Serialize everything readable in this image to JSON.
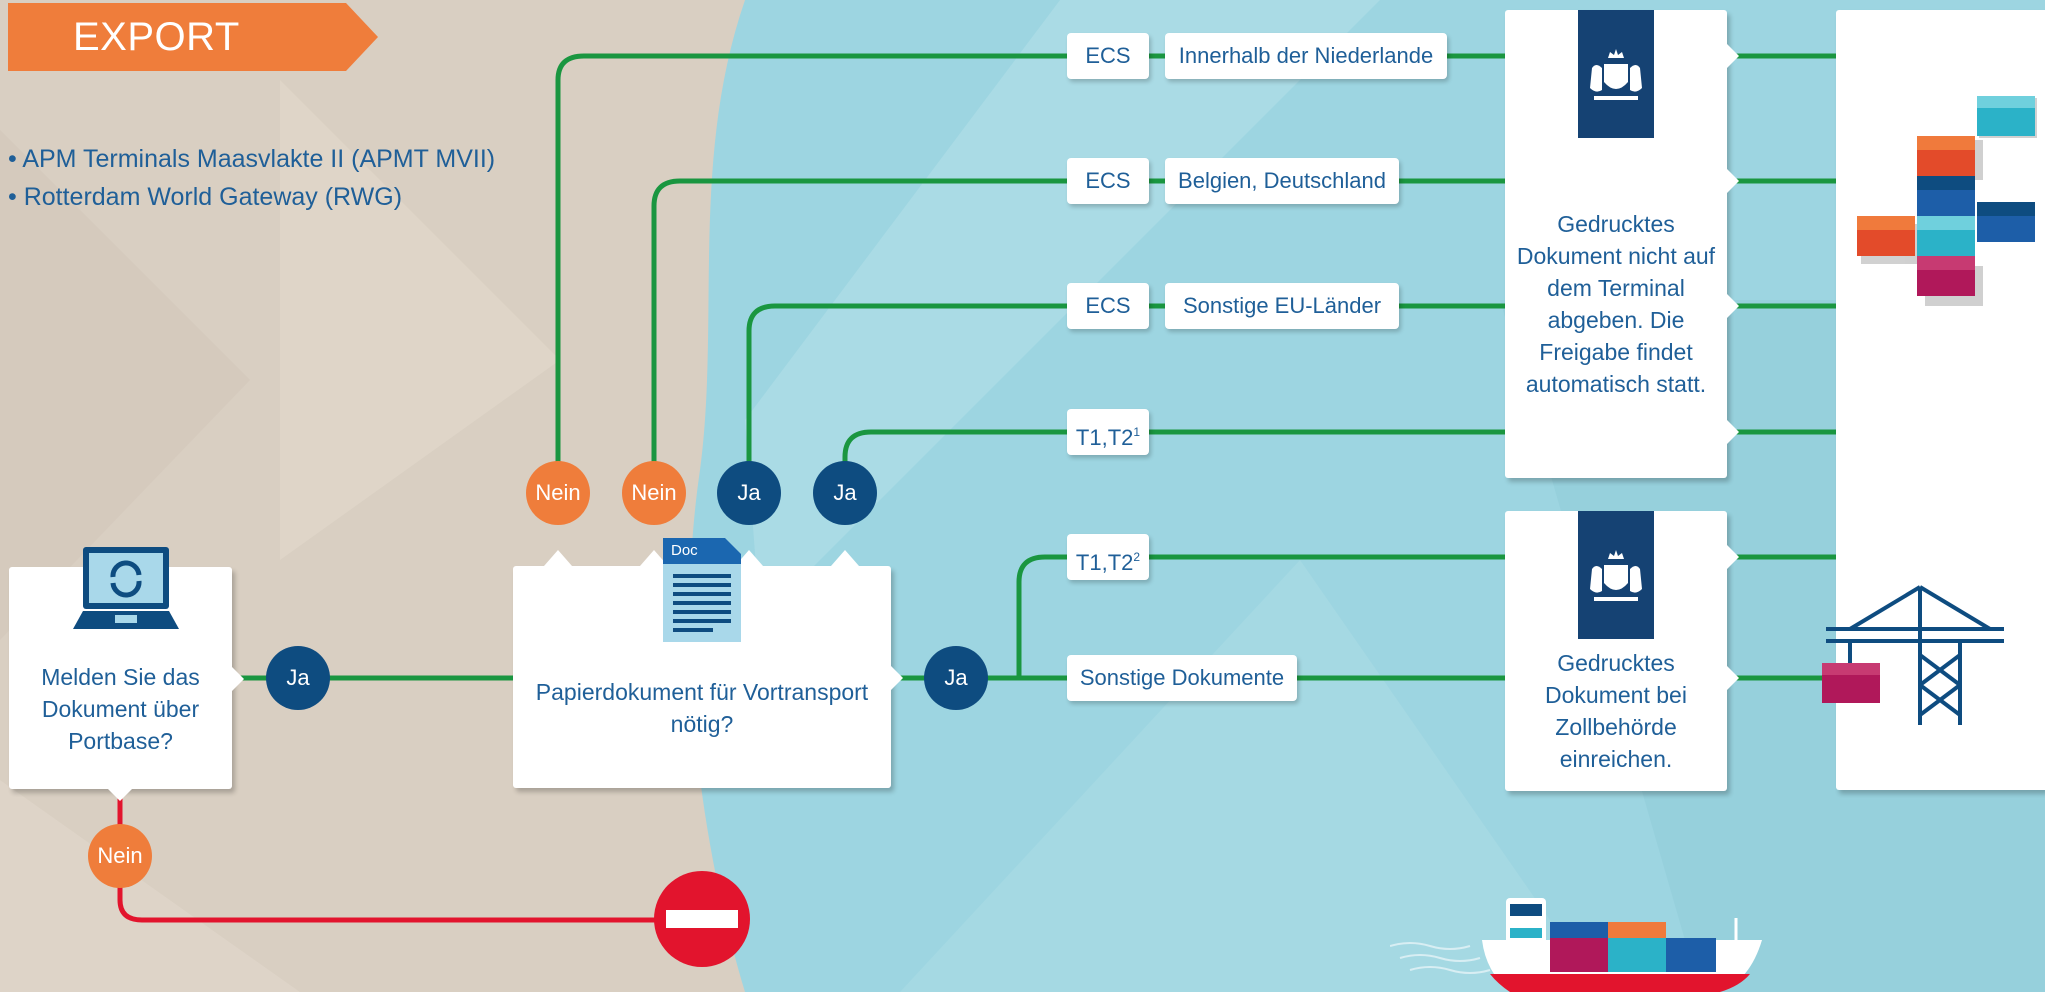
{
  "banner": {
    "title": "EXPORT"
  },
  "terminals": [
    "• APM Terminals Maasvlakte II (APMT MVII)",
    "• Rotterdam World Gateway (RWG)"
  ],
  "questions": {
    "portbase": "Melden Sie das Dokument über Portbase?",
    "paper": "Papierdokument für Vortransport nötig?"
  },
  "answers": {
    "nein": "Nein",
    "ja": "Ja"
  },
  "doc_icon_label": "Doc",
  "routes": {
    "ecs": "ECS",
    "nl": "Innerhalb der Niederlande",
    "be_de": "Belgien, Deutschland",
    "eu": "Sonstige EU-Länder",
    "t1t2": "T1,T2",
    "note1": "1",
    "note2": "2",
    "other_docs": "Sonstige Dokumente"
  },
  "outcomes": {
    "auto_release": "Gedrucktes Dokument nicht auf dem Terminal abgeben. Die Freigabe findet automatisch statt.",
    "submit_customs": "Gedrucktes Dokument bei Zollbehörde einreichen."
  },
  "colors": {
    "green_line": "#1a9640",
    "red_line": "#e2142d",
    "orange": "#ef7d3b",
    "navy": "#0e4c80",
    "text_blue": "#1f5f98",
    "sand": "#d9cfc2",
    "sea": "#9dd5e1"
  },
  "icons": [
    "laptop-icon",
    "document-icon",
    "coat-of-arms-icon",
    "no-entry-icon",
    "container-stack-icon",
    "crane-icon",
    "ship-icon"
  ]
}
